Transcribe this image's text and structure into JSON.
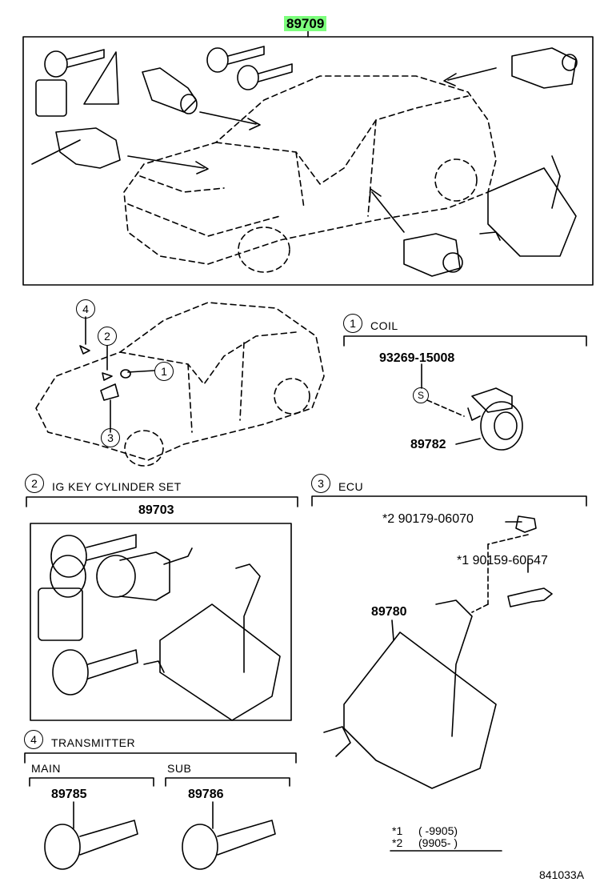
{
  "header": {
    "main_part_number": "89709"
  },
  "callouts": {
    "c1": "1",
    "c2": "2",
    "c3": "3",
    "c4": "4"
  },
  "coil": {
    "index": "1",
    "title": "COIL",
    "screw_part": "93269-15008",
    "screw_symbol": "S",
    "coil_part": "89782"
  },
  "ig_key_cylinder": {
    "index": "2",
    "title": "IG KEY CYLINDER SET",
    "part": "89703"
  },
  "ecu": {
    "index": "3",
    "title": "ECU",
    "nut_part": "*2  90179-06070",
    "bolt_part": "*1  90159-60547",
    "ecu_part": "89780",
    "note1_key": "*1",
    "note1_val": "(        -9905)",
    "note2_key": "*2",
    "note2_val": "(9905-        )"
  },
  "transmitter": {
    "index": "4",
    "title": "TRANSMITTER",
    "main_label": "MAIN",
    "main_part": "89785",
    "sub_label": "SUB",
    "sub_part": "89786"
  },
  "footer": {
    "diagram_code": "841033A"
  }
}
